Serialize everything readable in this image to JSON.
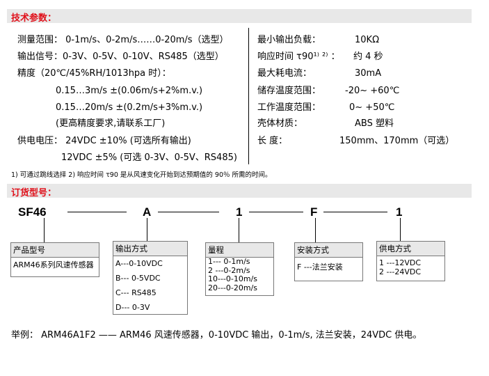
{
  "specs": {
    "title": "技术参数：",
    "left": [
      "测量范围：   0-1m/s、0-2m/s……0-20m/s（选型）",
      "输出信号：0-3V、0-5V、0-10V、RS485（选型）",
      "精度（20℃/45%RH/1013hpa  时）：",
      "0.15…3m/s     ±(0.06m/s+2%m.v.)",
      "0.15…20m/s    ±(0.2m/s+3%m.v.)",
      "(更高精度要求,请联系工厂)",
      "供电电压：   24VDC ±10% (可选所有输出)",
      "12VDC  ±5% (可选 0-3V、0-5V、RS485)"
    ],
    "right": [
      {
        "label": "最小输出负载：",
        "value": "10KΩ"
      },
      {
        "label": "响应时间 τ90¹⁾ ²⁾ ：",
        "value": "约 4 秒"
      },
      {
        "label": "最大耗电流：",
        "value": "30mA"
      },
      {
        "label": "储存温度范围：",
        "value": "-20~ +60℃"
      },
      {
        "label": "工作温度范围：",
        "value": "0~ +50℃"
      },
      {
        "label": "壳体材质：",
        "value": "ABS 塑料"
      },
      {
        "label": "长        度：",
        "value": "150mm、170mm（可选）"
      }
    ],
    "footnote": "1)  可通过跳线选择      2)  响应时间  τ90  是从风速变化开始到达预期值的  90％  所需的时间。"
  },
  "order": {
    "title": "订货型号：",
    "codes": [
      "SF46",
      "A",
      "1",
      "F",
      "1"
    ],
    "boxes": [
      {
        "head": "产品型号",
        "lines": [
          "ARM46系列风速传感器"
        ]
      },
      {
        "head": "输出方式",
        "lines": [
          "A---0-10VDC",
          "B--- 0-5VDC",
          "C--- RS485",
          "D--- 0-3V"
        ]
      },
      {
        "head": "量程",
        "lines": [
          "1--- 0-1m/s",
          "2 ---0-2m/s",
          "10---0-10m/s",
          "20---0-20m/s"
        ]
      },
      {
        "head": "安装方式",
        "lines": [
          "F ---法兰安装"
        ]
      },
      {
        "head": "供电方式",
        "lines": [
          "1 ---12VDC",
          "2 ---24VDC"
        ]
      }
    ]
  },
  "example": "举例： ARM46A1F2 —— ARM46 风速传感器，0-10VDC 输出，0-1m/s, 法兰安装，24VDC 供电。"
}
